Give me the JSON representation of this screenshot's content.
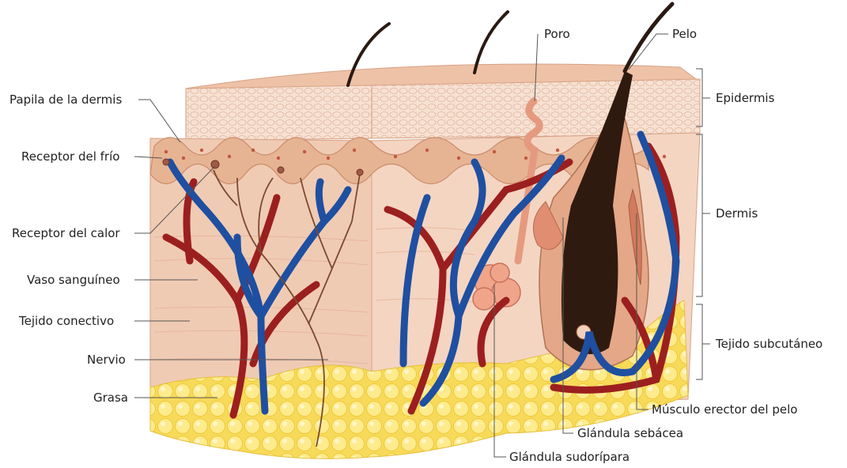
{
  "labels": {
    "papila_dermis": "Papila de la dermis",
    "receptor_frio": "Receptor del frío",
    "receptor_calor": "Receptor del calor",
    "vaso_sanguineo": "Vaso sanguíneo",
    "tejido_conectivo": "Tejido conectivo",
    "nervio": "Nervio",
    "grasa": "Grasa",
    "poro": "Poro",
    "pelo": "Pelo",
    "epidermis": "Epidermis",
    "dermis": "Dermis",
    "tejido_subcutaneo": "Tejido subcutáneo",
    "musculo_erector": "Músculo erector del pelo",
    "glandula_sebacea": "Glándula sebácea",
    "glandula_sudoripara": "Glándula sudorípara"
  },
  "colors": {
    "skin_light": "#f3d6c4",
    "skin_mid": "#ecc1a6",
    "skin_dark": "#d9a184",
    "fat": "#fde98a",
    "fat_edge": "#f1cf43",
    "artery": "#9c1f1f",
    "vein": "#1f4fa0",
    "nerve": "#7a4a30",
    "hair": "#2a1a12",
    "leader": "#555555"
  }
}
